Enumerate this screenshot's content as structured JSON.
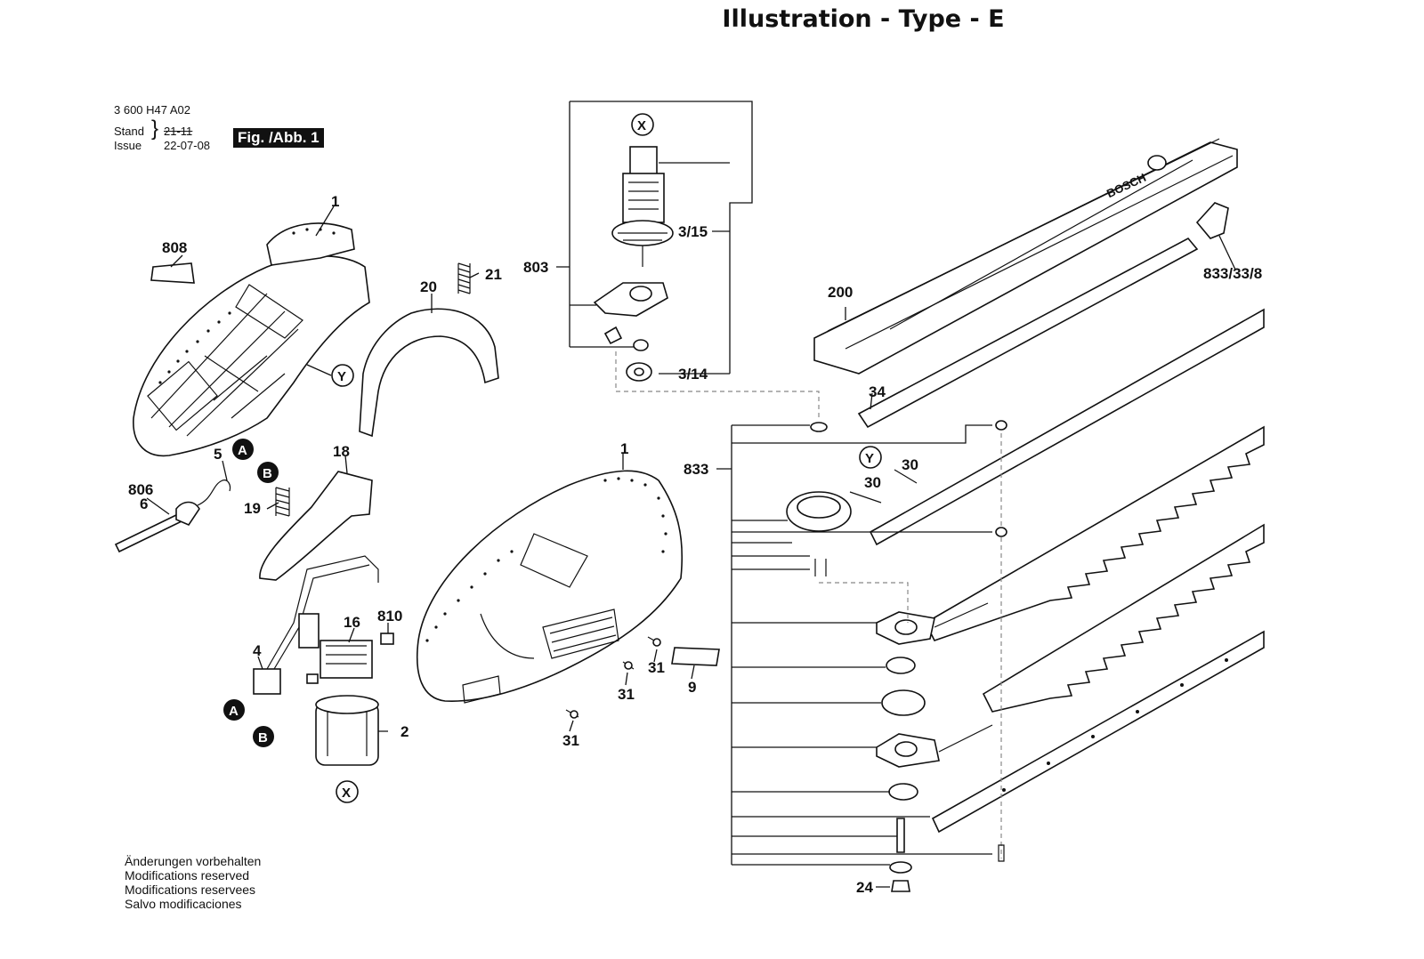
{
  "title": "Illustration - Type - E",
  "header": {
    "part_number": "3 600 H47 A02",
    "stand_label": "Stand",
    "issue_label": "Issue",
    "stand_value": "21-11",
    "issue_value": "22-07-08",
    "figure": "Fig. /Abb. 1"
  },
  "notes": [
    "Änderungen vorbehalten",
    "Modifications reserved",
    "Modifications reservees",
    "Salvo modificaciones"
  ],
  "callouts": {
    "l1a": "1",
    "l808": "808",
    "l21": "21",
    "l20": "20",
    "lY1": "Y",
    "lA1": "A",
    "lB1": "B",
    "l5": "5",
    "l806": "806",
    "l6": "6",
    "l19": "19",
    "l18": "18",
    "l4": "4",
    "l16": "16",
    "l810": "810",
    "lA2": "A",
    "lB2": "B",
    "l2": "2",
    "lX2": "X",
    "lX1": "X",
    "l3_15": "3/15",
    "l803": "803",
    "l3_14": "3/14",
    "l1b": "1",
    "l31a": "31",
    "l31b": "31",
    "l31c": "31",
    "l9": "9",
    "l200": "200",
    "l833_33_8": "833/33/8",
    "l34": "34",
    "l833": "833",
    "lY2": "Y",
    "l30a": "30",
    "l30b": "30",
    "l24": "24"
  },
  "brand_mark": "BOSCH"
}
